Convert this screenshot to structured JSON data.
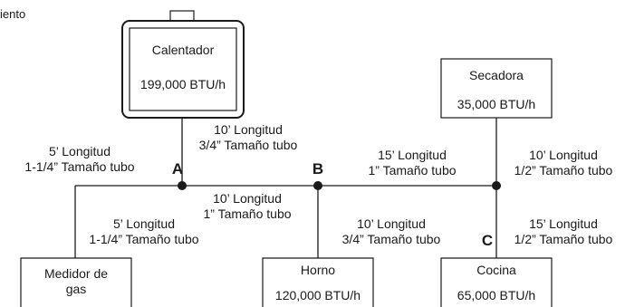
{
  "corner_text": "iento",
  "appliances": {
    "calentador": {
      "name": "Calentador",
      "rating": "199,000 BTU/h"
    },
    "secadora": {
      "name": "Secadora",
      "rating": "35,000 BTU/h"
    },
    "medidor": {
      "name_line1": "Medidor de",
      "name_line2": "gas"
    },
    "horno": {
      "name": "Horno",
      "rating": "120,000 BTU/h"
    },
    "cocina": {
      "name": "Cocina",
      "rating": "65,000 BTU/h"
    }
  },
  "nodes": {
    "a": "A",
    "b": "B",
    "c": "C"
  },
  "segments": {
    "left_top": {
      "length": "5’ Longitud",
      "size": "1-1/4” Tamaño tubo"
    },
    "heater_drop": {
      "length": "10’ Longitud",
      "size": "3/4” Tamaño tubo"
    },
    "b_to_junction": {
      "length": "15’ Longitud",
      "size": "1” Tamaño tubo"
    },
    "dryer_branch": {
      "length": "10’ Longitud",
      "size": "1/2” Tamaño tubo"
    },
    "a_to_b": {
      "length": "10’ Longitud",
      "size": "1” Tamaño tubo"
    },
    "meter_riser": {
      "length": "5’ Longitud",
      "size": "1-1/4” Tamaño tubo"
    },
    "oven_drop": {
      "length": "10’ Longitud",
      "size": "3/4” Tamaño tubo"
    },
    "range_drop": {
      "length": "15’ Longitud",
      "size": "1/2” Tamaño tubo"
    }
  }
}
